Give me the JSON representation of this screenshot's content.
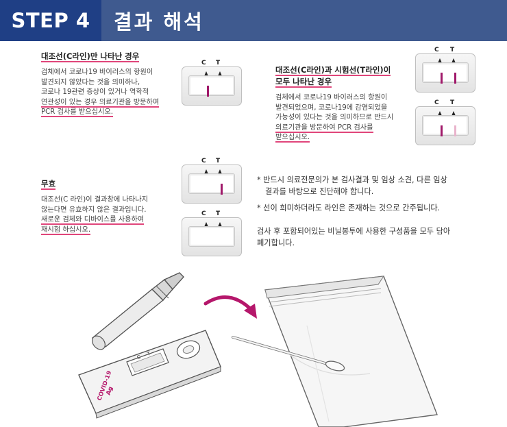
{
  "header": {
    "step": "STEP 4",
    "title": "결과 해석"
  },
  "sections": {
    "negative": {
      "heading": "대조선(C라인)만 나타난 경우",
      "body": [
        "검체에서 코로나19 바이러스의 항원이",
        "발견되지 않았다는 것을 의미하나,",
        "코로나 19관련 증상이 있거나 역학적",
        "연관성이 있는 경우 의료기관을 방문하여",
        "PCR 검사를 받으십시오."
      ]
    },
    "positive": {
      "heading": [
        "대조선(C라인)과 시험선(T라인)이",
        "모두 나타난 경우"
      ],
      "body": [
        "검체에서 코로나19 바이러스의 항원이",
        "발견되었으며, 코로나19에 감염되었을",
        "가능성이 있다는 것을 의미하므로 반드시",
        "의료기관을 방문하여 PCR 검사를",
        "받으십시오."
      ]
    },
    "invalid": {
      "heading": "무효",
      "body": [
        "대조선(C 라인)이 결과창에 나타나지",
        "않는다면 유효하지 않은 결과입니다.",
        "새로운 검체와 디바이스를 사용하여",
        "재시험 하십시오."
      ]
    }
  },
  "cassette_labels": {
    "c": "C",
    "t": "T"
  },
  "notes": [
    "* 반드시 의료전문의가 본 검사결과 및 임상 소견, 다른 임상",
    "결과를 바탕으로 진단해야 합니다.",
    "* 선이 희미하더라도 라인은 존재하는 것으로 간주됩니다."
  ],
  "disposal": [
    "검사 후 포함되어있는 비닐봉투에 사용한 구성품을 모두 담아",
    "폐기합니다."
  ],
  "device": {
    "label_line1": "COVID-19",
    "label_line2": "Ag",
    "window_c": "C",
    "window_t": "T"
  },
  "colors": {
    "header": "#3f5a8f",
    "step_box": "#1f3f85",
    "accent": "#e0457a",
    "line": "#a0196a",
    "faint_line": "#e9b4cc"
  }
}
